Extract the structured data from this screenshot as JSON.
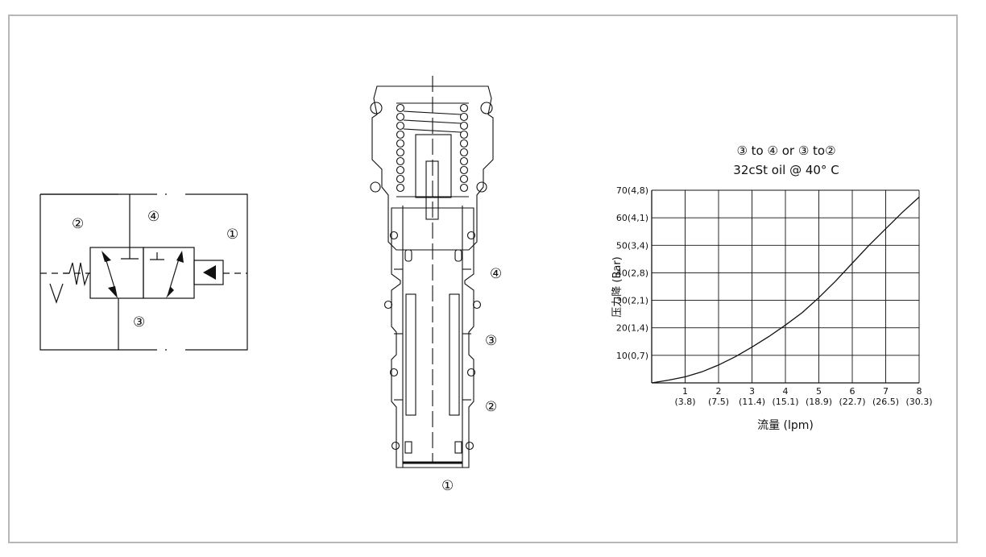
{
  "symbol": {
    "port_1": "①",
    "port_2": "②",
    "port_3": "③",
    "port_4": "④"
  },
  "section": {
    "port_1": "①",
    "port_2": "②",
    "port_3": "③",
    "port_4": "④"
  },
  "chart_data": {
    "type": "line",
    "title": "③ to ④  or ③ to②",
    "subtitle": "32cSt oil @ 40°  C",
    "xlabel": "流量 (lpm)",
    "ylabel": "压力降 (Bar)",
    "x_ticks": [
      {
        "top": "1",
        "bottom": "(3.8)"
      },
      {
        "top": "2",
        "bottom": "(7.5)"
      },
      {
        "top": "3",
        "bottom": "(11.4)"
      },
      {
        "top": "4",
        "bottom": "(15.1)"
      },
      {
        "top": "5",
        "bottom": "(18.9)"
      },
      {
        "top": "6",
        "bottom": "(22.7)"
      },
      {
        "top": "7",
        "bottom": "(26.5)"
      },
      {
        "top": "8",
        "bottom": "(30.3)"
      }
    ],
    "y_ticks": [
      "10(0,7)",
      "20(1,4)",
      "30(2,1)",
      "40(2,8)",
      "50(3,4)",
      "60(4,1)",
      "70(4,8)"
    ],
    "xlim": [
      0,
      8
    ],
    "ylim": [
      0,
      70
    ],
    "grid": true,
    "series": [
      {
        "x": [
          0,
          0.5,
          1,
          1.5,
          2,
          2.5,
          3,
          3.5,
          4,
          4.5,
          5,
          5.5,
          6,
          6.5,
          7,
          7.5,
          8
        ],
        "y": [
          0,
          1,
          2.2,
          4,
          6.5,
          9.5,
          13,
          16.8,
          21,
          25.5,
          31,
          37,
          43.5,
          50,
          56,
          62,
          67.5
        ]
      }
    ]
  }
}
